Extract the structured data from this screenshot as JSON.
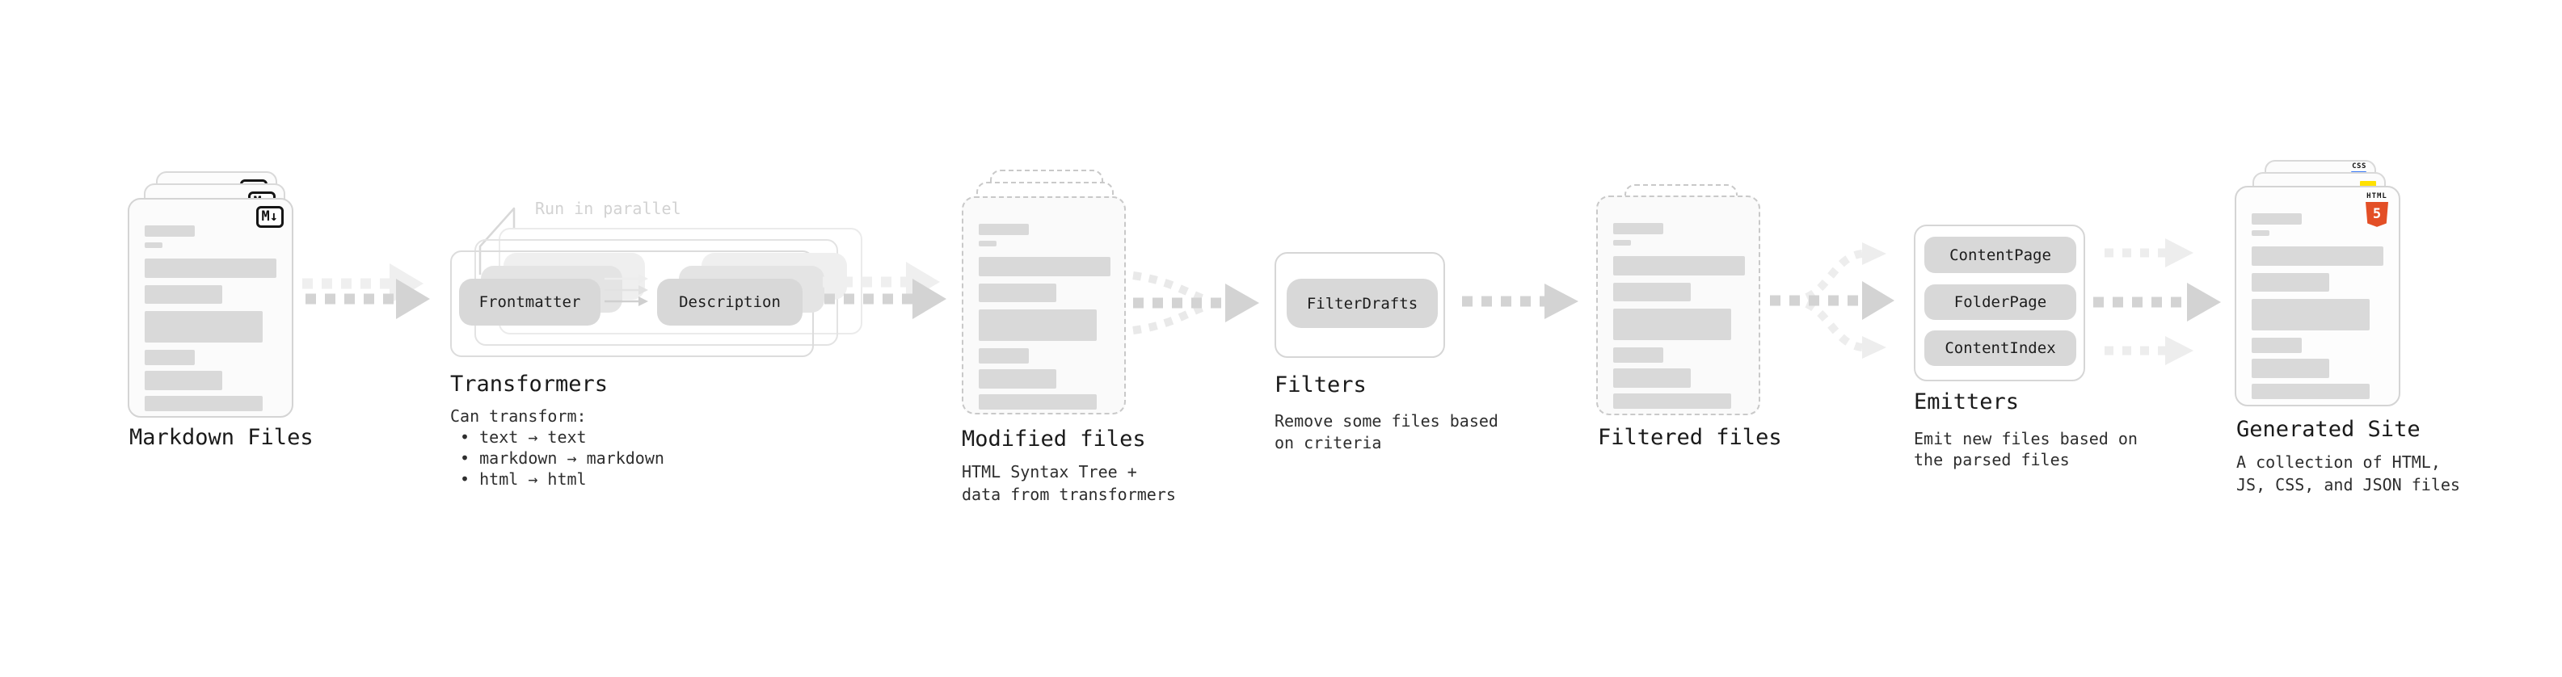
{
  "colors": {
    "accent_html5": "#e34f26",
    "accent_js": "#ffe100",
    "accent_css": "#3c7bf6",
    "skeleton_gray": "#d9d9d9",
    "pill_gray": "#d8d8d8",
    "arrow_gray": "#d3d3d3",
    "arrow_light_gray": "#ededed",
    "title_text": "#1a1a1a",
    "body_text": "#2e2e2e",
    "note_gray": "#d2d2d2"
  },
  "stages": {
    "markdown": {
      "title": "Markdown Files",
      "badge": "M↓"
    },
    "transformers": {
      "title": "Transformers",
      "note": "Run in parallel",
      "pills": [
        "Frontmatter",
        "Description"
      ],
      "details": "Can transform:\n • text → text\n • markdown → markdown\n • html → html"
    },
    "modified": {
      "title": "Modified files",
      "subtitle": "HTML Syntax Tree +\ndata from transformers"
    },
    "filters": {
      "title": "Filters",
      "pills": [
        "FilterDrafts"
      ],
      "subtitle": "Remove some files based\non criteria"
    },
    "filtered": {
      "title": "Filtered files"
    },
    "emitters": {
      "title": "Emitters",
      "pills": [
        "ContentPage",
        "FolderPage",
        "ContentIndex"
      ],
      "subtitle": "Emit new files based on\nthe parsed files"
    },
    "generated": {
      "title": "Generated Site",
      "subtitle": "A collection of HTML,\nJS, CSS, and JSON files",
      "badges": {
        "css": "CSS",
        "html_label": "HTML",
        "html_number": "5"
      }
    }
  }
}
